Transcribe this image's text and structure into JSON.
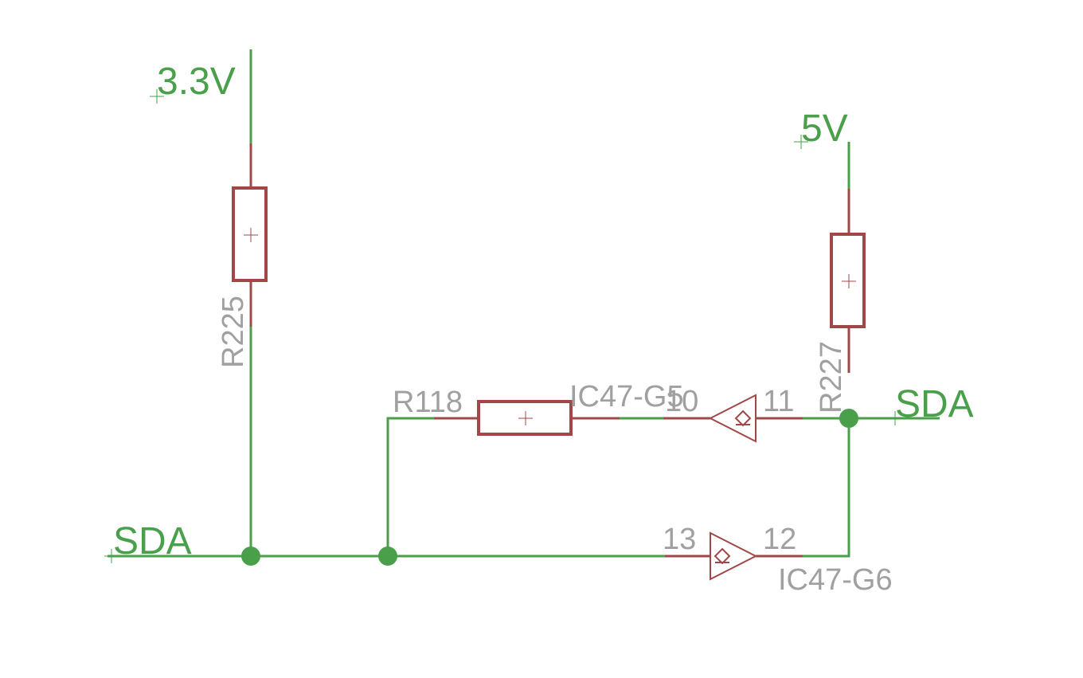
{
  "schematic": {
    "supply_left": "3.3V",
    "supply_right": "5V",
    "net_left": "SDA",
    "net_right": "SDA",
    "resistors": {
      "r225": "R225",
      "r227": "R227",
      "r118": "R118"
    },
    "gates": {
      "upper_name": "IC47-G5",
      "upper_in_pin": "11",
      "upper_out_pin": "10",
      "lower_name": "IC47-G6",
      "lower_in_pin": "13",
      "lower_out_pin": "12"
    }
  },
  "colors": {
    "wire": "#4a9f4a",
    "component": "#a04848",
    "label": "#a0a0a0"
  }
}
